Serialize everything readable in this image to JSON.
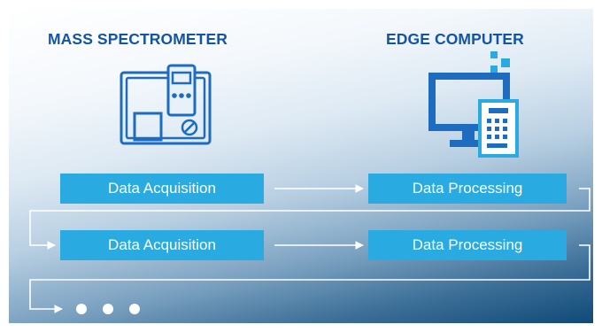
{
  "headings": {
    "left": "MASS SPECTROMETER",
    "right": "EDGE COMPUTER"
  },
  "steps": [
    {
      "label": "Data Acquisition"
    },
    {
      "label": "Data Processing"
    },
    {
      "label": "Data Acquisition"
    },
    {
      "label": "Data Processing"
    }
  ],
  "icons": {
    "left": "mass-spectrometer-icon",
    "right": "edge-computer-icon"
  },
  "colors": {
    "heading": "#1254a8",
    "box": "#29abe2",
    "icon_dark": "#1d6cc0",
    "icon_light": "#29abe2",
    "arrow": "#ffffff"
  }
}
